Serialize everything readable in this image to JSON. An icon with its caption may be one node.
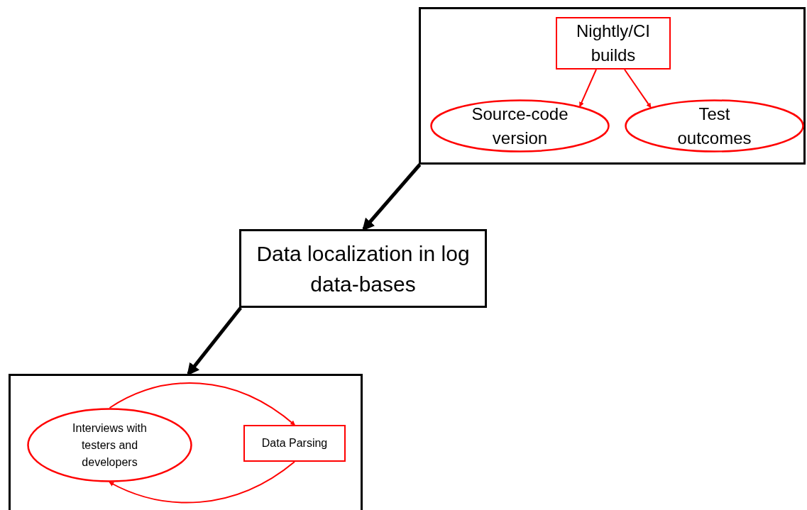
{
  "diagram": {
    "nodes": [
      {
        "text": [],
        "shape": "box"
      },
      {
        "text": [
          "Nightly/CI builds"
        ],
        "in": 0
      },
      {
        "text": [
          "Source-code version"
        ],
        "in": 0
      },
      {
        "text": [
          "Test outcomes"
        ],
        "in": 0
      },
      {
        "text": [
          "Data localization in log data-bases"
        ]
      },
      {
        "text": [],
        "shape": "box"
      },
      {
        "text": [
          "Interviews with testers and developers"
        ],
        "in": 5
      },
      {
        "text": [
          "Data Parsing"
        ],
        "in": 5
      }
    ],
    "edges": [
      {
        "from": 1,
        "to": 2,
        "arrow": "to"
      },
      {
        "from": 1,
        "to": 3,
        "arrow": "to"
      },
      {
        "from": 0,
        "to": 4,
        "arrow": "to",
        "style": "thick",
        "color": "#000000"
      },
      {
        "from": 4,
        "to": 5,
        "arrow": "to",
        "style": "thick",
        "color": "#000000"
      },
      {
        "from": 6,
        "to": 7,
        "arrow": "to"
      },
      {
        "from": 7,
        "to": 6,
        "arrow": "to"
      }
    ]
  }
}
